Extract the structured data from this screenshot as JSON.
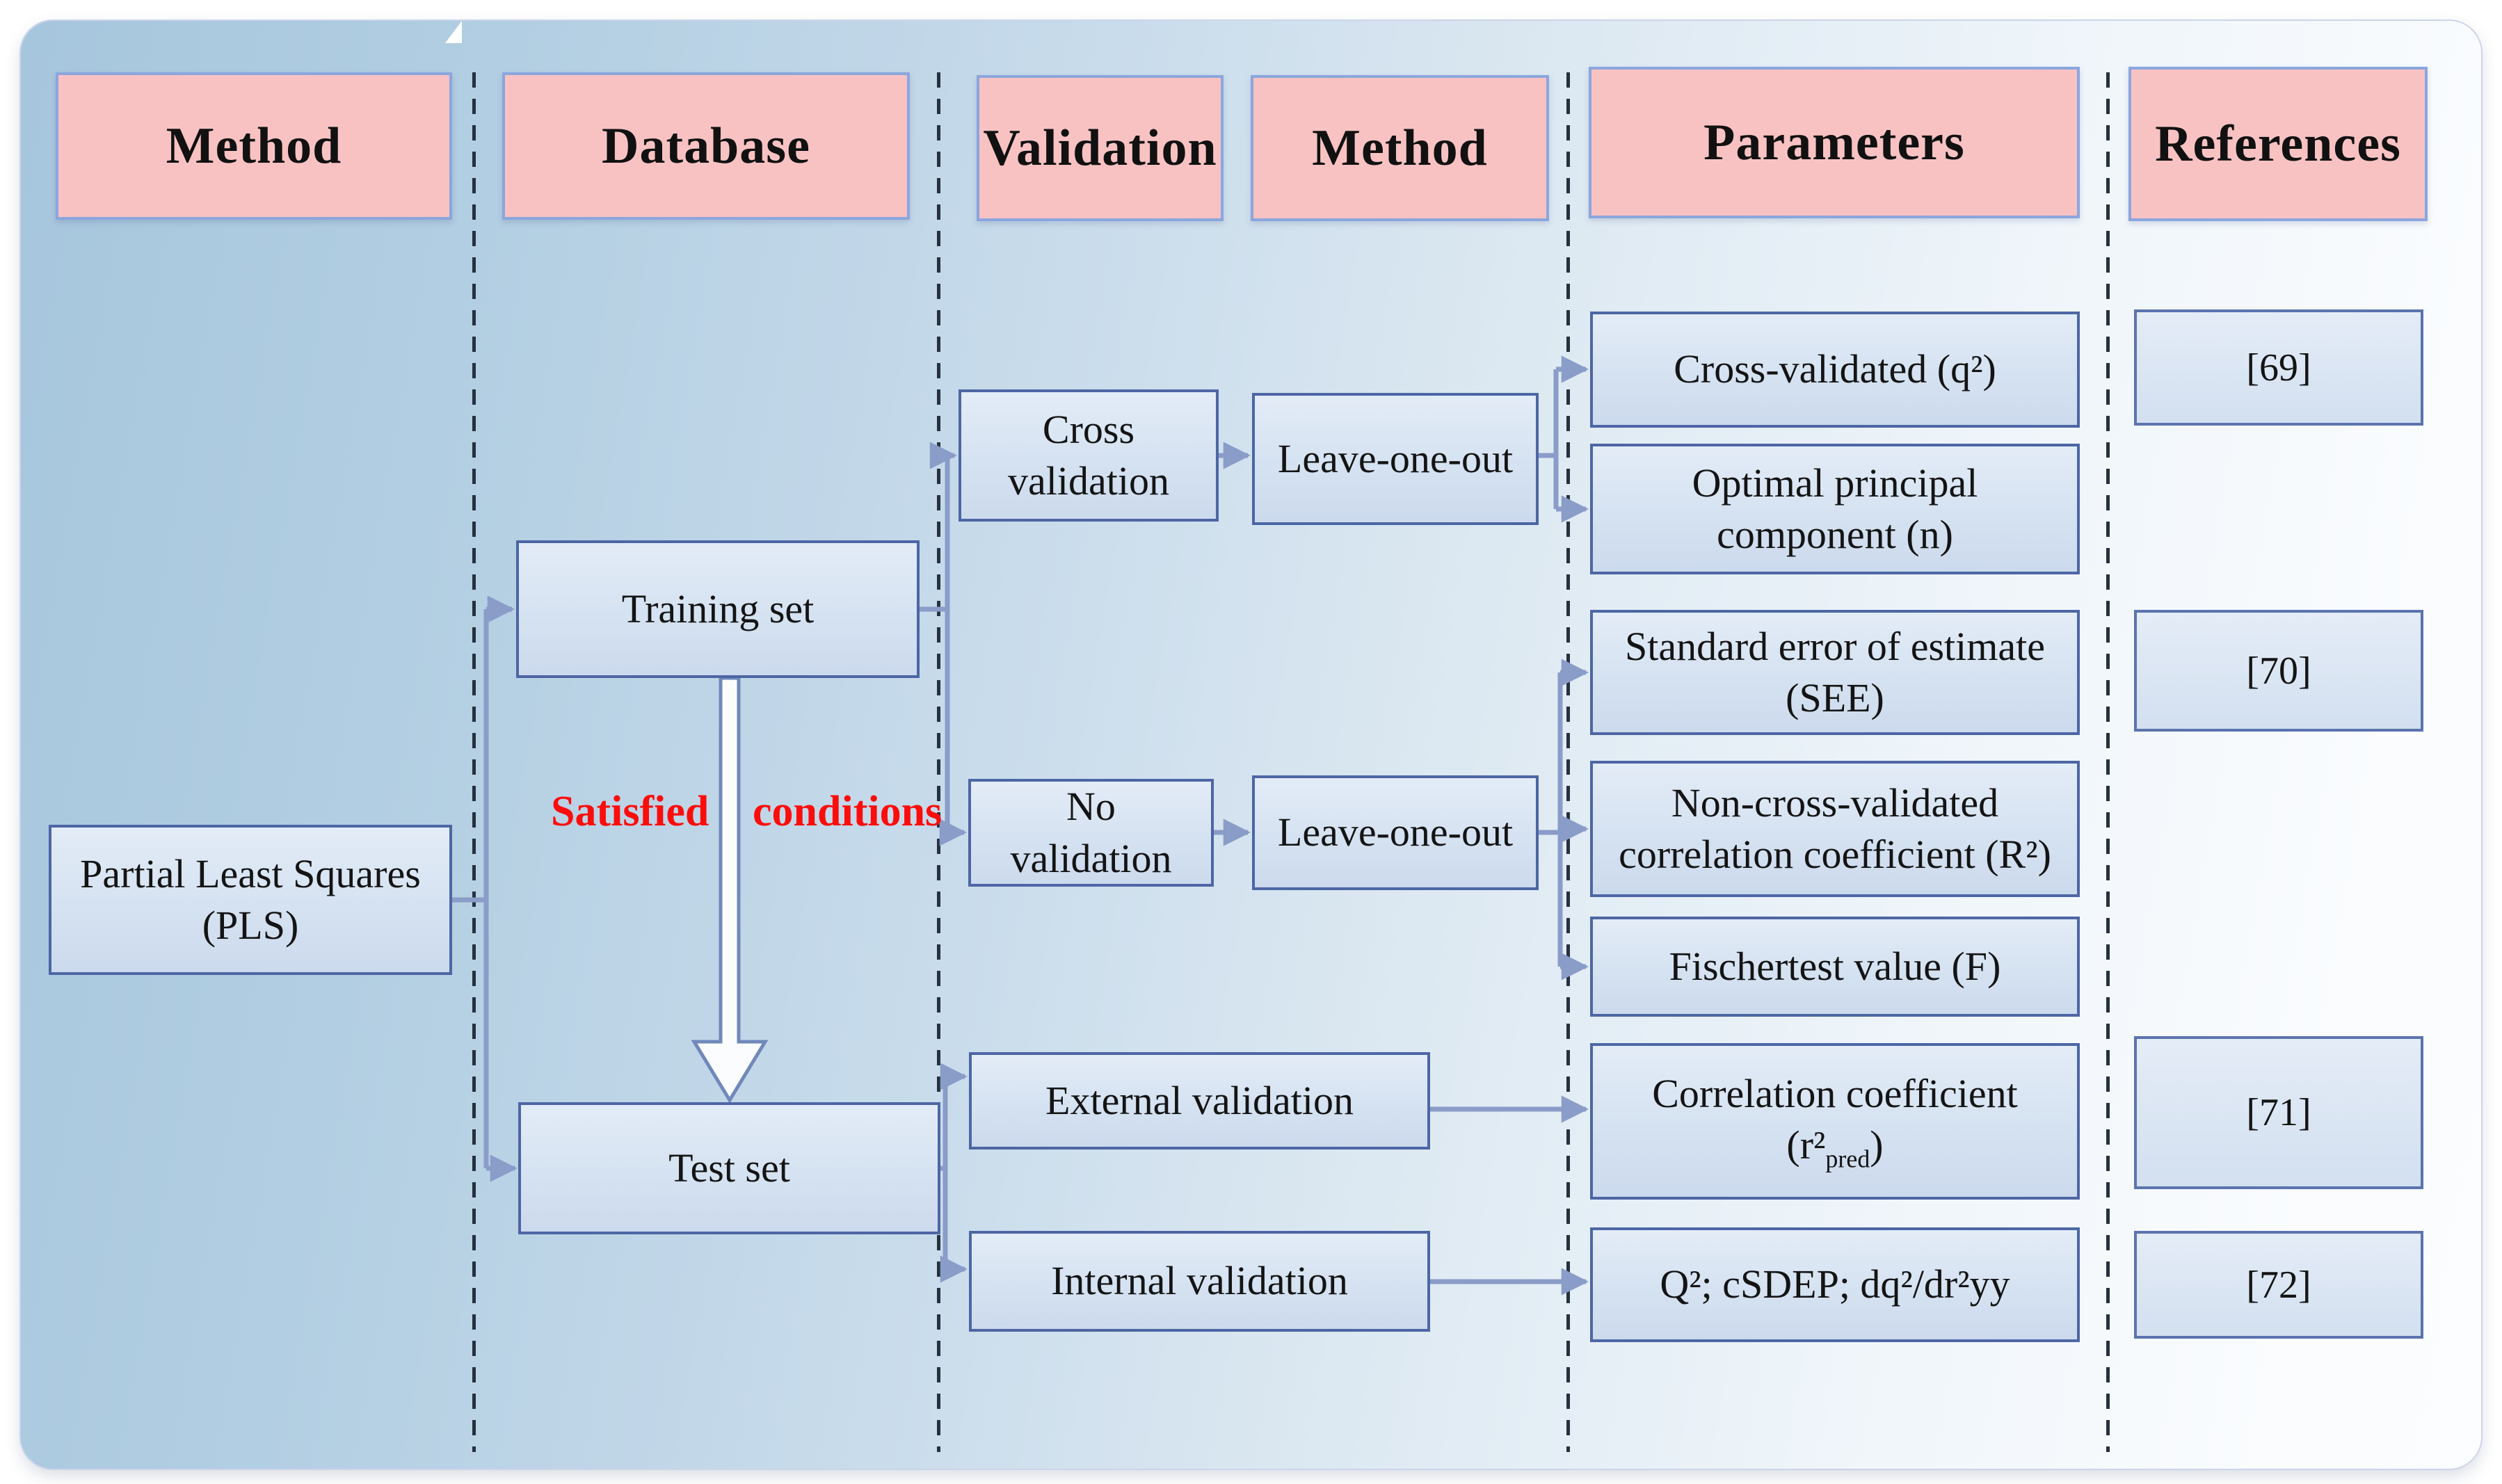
{
  "figure": {
    "type": "flowchart",
    "description": "PLS model validation workflow"
  },
  "headers": [
    "Method",
    "Database",
    "Validation",
    "Method",
    "Parameters",
    "References"
  ],
  "method_column": {
    "pls": "Partial Least Squares (PLS)"
  },
  "database_column": {
    "training_set": "Training set",
    "test_set": "Test set",
    "satisfied": "Satisfied",
    "conditions": "conditions"
  },
  "validation_column": {
    "cross_validation": "Cross validation",
    "no_validation": "No validation",
    "external_validation": "External validation",
    "internal_validation": "Internal validation"
  },
  "method2_column": {
    "leave_one_out_top": "Leave-one-out",
    "leave_one_out_bottom": "Leave-one-out"
  },
  "parameters_column": {
    "cross_validated_q2": "Cross-validated (q²)",
    "optimal_principal_component": "Optimal principal component (n)",
    "standard_error_estimate": "Standard error of estimate (SEE)",
    "non_cross_validated": "Non-cross-validated correlation coefficient (R²)",
    "fischertest": "Fischertest value (F)",
    "correlation_line1": "Correlation coefficient",
    "correlation_pre": "(r²",
    "correlation_sub": "pred",
    "correlation_post": ")",
    "q2_csdep": "Q²; cSDEP; dq²/dr²yy"
  },
  "references_column": {
    "ref_69": "[69]",
    "ref_70": "[70]",
    "ref_71": "[71]",
    "ref_72": "[72]"
  },
  "colors": {
    "header_fill": "#f8c2c3",
    "header_border": "#8ba6dd",
    "node_fill": "#d9e4f2",
    "node_border": "#4d66a4",
    "arrow": "#8a9cc8",
    "dashed_separator": "#26313f",
    "red_text": "#fb0d0c",
    "background_left": "#a6c6dd",
    "background_right": "#fbfdff"
  }
}
